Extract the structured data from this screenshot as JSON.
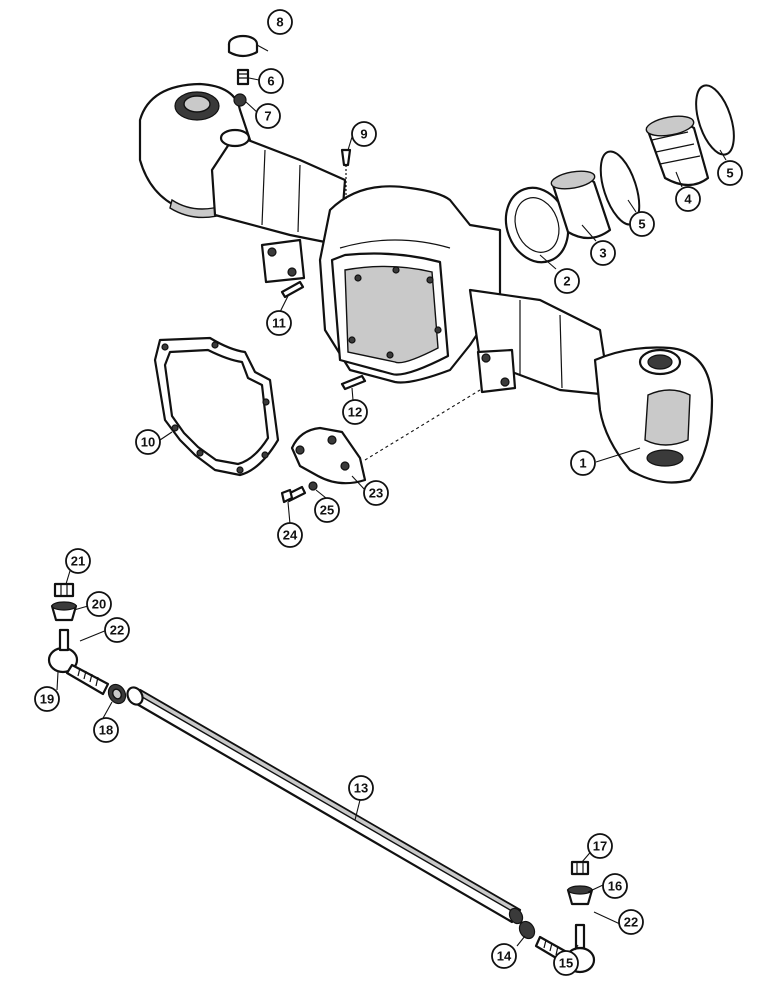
{
  "callouts": [
    {
      "label": "1"
    },
    {
      "label": "2"
    },
    {
      "label": "3"
    },
    {
      "label": "4"
    },
    {
      "label": "5"
    },
    {
      "label": "5"
    },
    {
      "label": "6"
    },
    {
      "label": "7"
    },
    {
      "label": "8"
    },
    {
      "label": "9"
    },
    {
      "label": "10"
    },
    {
      "label": "11"
    },
    {
      "label": "12"
    },
    {
      "label": "13"
    },
    {
      "label": "14"
    },
    {
      "label": "15"
    },
    {
      "label": "16"
    },
    {
      "label": "17"
    },
    {
      "label": "18"
    },
    {
      "label": "19"
    },
    {
      "label": "20"
    },
    {
      "label": "21"
    },
    {
      "label": "22"
    },
    {
      "label": "22"
    },
    {
      "label": "23"
    },
    {
      "label": "24"
    },
    {
      "label": "25"
    }
  ]
}
